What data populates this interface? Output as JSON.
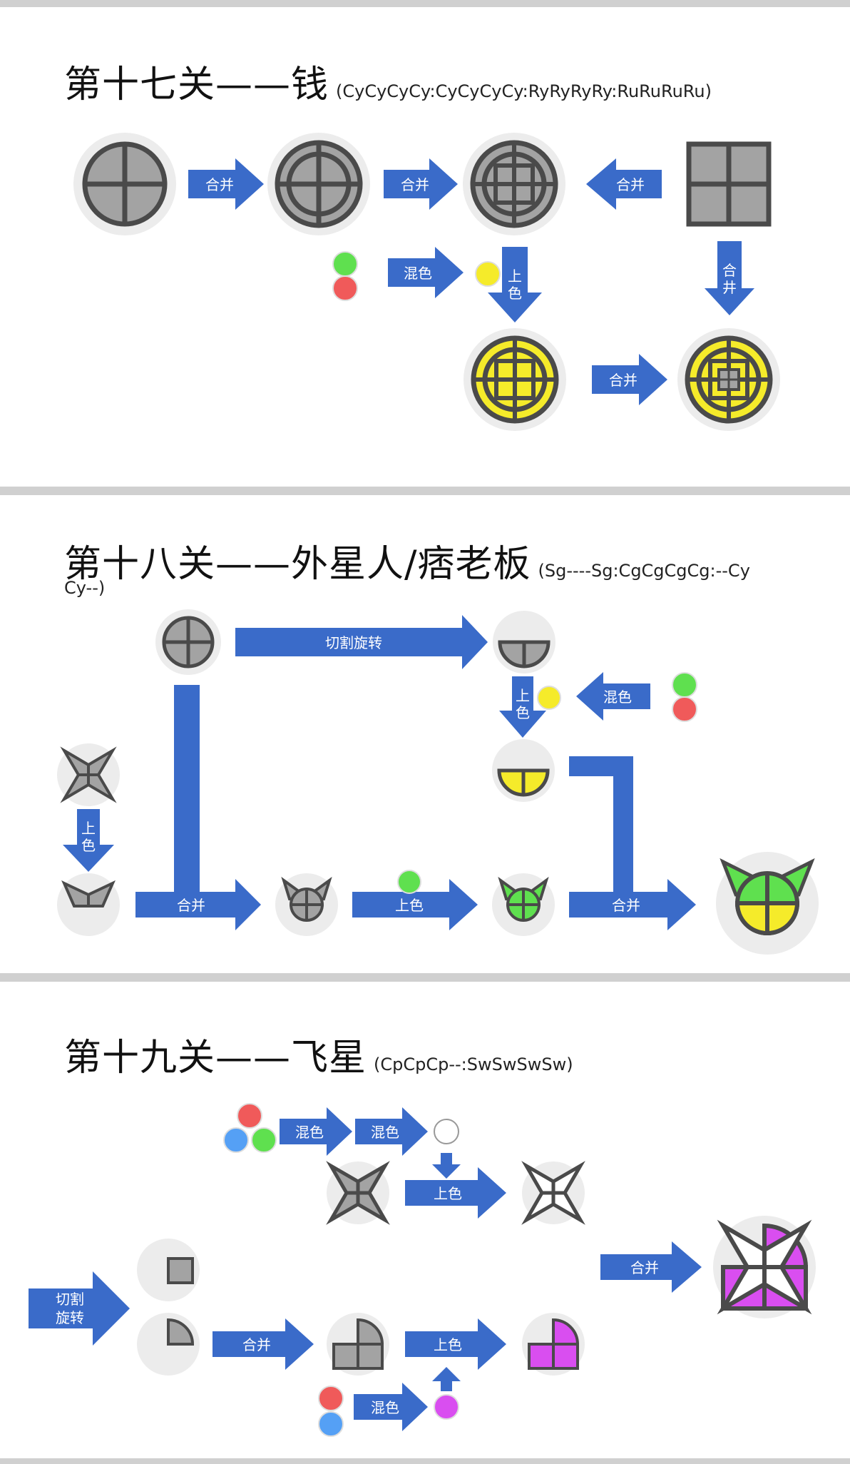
{
  "levels": [
    {
      "title": "第十七关——钱",
      "code": "(CyCyCyCy:CyCyCyCy:RyRyRyRy:RuRuRuRu)"
    },
    {
      "title": "第十八关——外星人/痞老板",
      "code": "(Sg----Sg:CgCgCgCg:--Cy",
      "code_wrap": "Cy--)"
    },
    {
      "title": "第十九关——飞星",
      "code": "(CpCpCp--:SwSwSwSw)"
    }
  ],
  "ops": {
    "merge": "合并",
    "mix": "混色",
    "paint_v1": "上",
    "paint_v2": "色",
    "merge_v1": "合",
    "merge_v2": "井",
    "cut_rotate": "切割旋转",
    "cut_rotate_1": "切割",
    "cut_rotate_2": "旋转",
    "paint": "上色"
  },
  "colors": {
    "arrow": "#3a6bc9",
    "shape_gray": "#a3a3a3",
    "outline": "#4a4a4a",
    "bg_circle": "#ececec",
    "yellow": "#f5eb2a",
    "green": "#5fe04f",
    "red": "#f05a5a",
    "blue": "#55a0f5",
    "purple": "#d94ef0",
    "white": "#ffffff",
    "divider": "#d0d0d0"
  }
}
